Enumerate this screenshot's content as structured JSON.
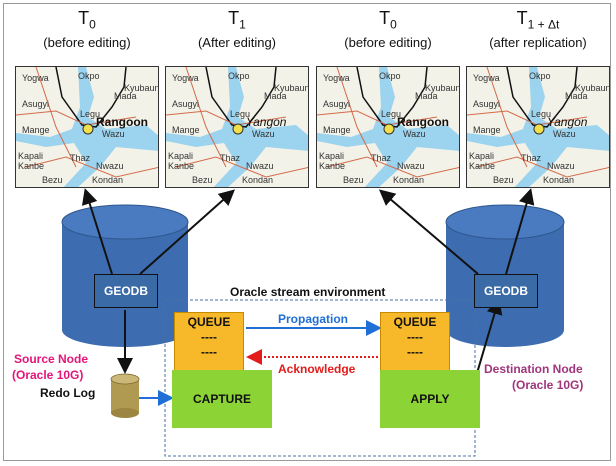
{
  "panels": [
    {
      "t": "T",
      "sub": "0",
      "st": "(before editing)",
      "city": "Rangoon",
      "city_style": "bold"
    },
    {
      "t": "T",
      "sub": "1",
      "st": "(After editing)",
      "city": "Yangon",
      "city_style": "italic"
    },
    {
      "t": "T",
      "sub": "0",
      "st": "(before editing)",
      "city": "Rangoon",
      "city_style": "bold"
    },
    {
      "t": "T",
      "sub": "1 + Δt",
      "st": "(after replication)",
      "city": "Yangon",
      "city_style": "italic"
    }
  ],
  "map_labels": [
    "Yogwa",
    "Okpo",
    "Kyubaung",
    "Mada",
    "Asugyi",
    "Legu",
    "Mange",
    "Wazu",
    "Kapali",
    "Kanbe",
    "Thaz",
    "Nwazu",
    "Bezu",
    "Kondan"
  ],
  "nodes": {
    "source_db": "GEODB",
    "dest_db": "GEODB",
    "environment": "Oracle stream environment",
    "queue_left": {
      "title": "QUEUE",
      "l1": "----",
      "l2": "----"
    },
    "queue_right": {
      "title": "QUEUE",
      "l1": "----",
      "l2": "----"
    },
    "capture": "CAPTURE",
    "apply": "APPLY",
    "redo_log": "Redo Log"
  },
  "labels": {
    "propagation": "Propagation",
    "acknowledge": "Acknowledge",
    "source_node_1": "Source Node",
    "source_node_2": "(Oracle 10G)",
    "dest_node_1": "Destination Node",
    "dest_node_2": "(Oracle 10G)"
  },
  "colors": {
    "cylinder": "#3d6db0",
    "queue": "#f7b92a",
    "green": "#8cd336",
    "propagation": "#1f6fd6",
    "acknowledge": "#e31b1b",
    "source_node": "#e5147a",
    "dest_node": "#a0357c"
  }
}
